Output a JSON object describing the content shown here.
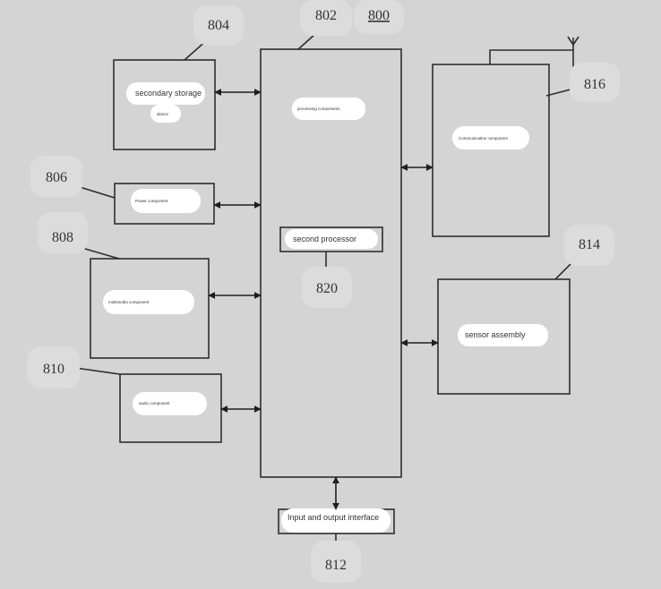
{
  "diagram": {
    "ref_numbers": {
      "n800": "800",
      "n802": "802",
      "n804": "804",
      "n806": "806",
      "n808": "808",
      "n810": "810",
      "n812": "812",
      "n814": "814",
      "n816": "816",
      "n820": "820"
    },
    "labels": {
      "secondary_storage": "secondary storage",
      "device": "device",
      "processing_components": "processing components",
      "communication_component": "Communication component",
      "power_component": "Power component",
      "second_processor": "second processor",
      "multimedia_component": "multimedia component",
      "sensor_assembly": "sensor assembly",
      "audio_component": "audio component",
      "io_interface": "Input and output interface"
    }
  }
}
